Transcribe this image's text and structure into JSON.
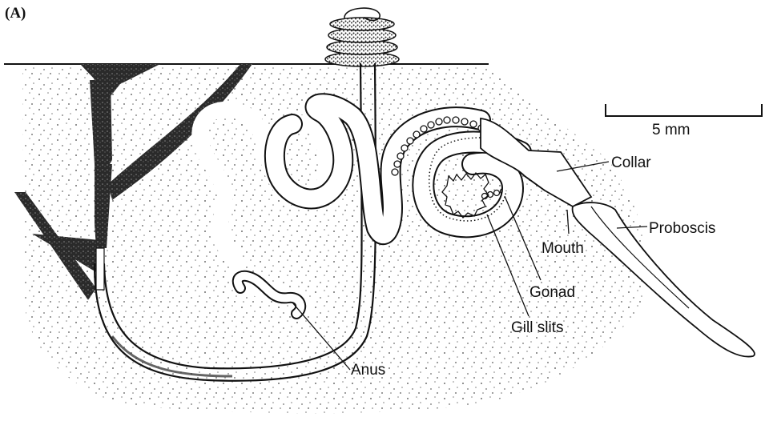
{
  "figure": {
    "panel_label": "(A)",
    "scale_bar_label": "5 mm",
    "labels": {
      "collar": "Collar",
      "proboscis": "Proboscis",
      "mouth": "Mouth",
      "gonad": "Gonad",
      "gill_slits": "Gill slits",
      "anus": "Anus"
    },
    "colors": {
      "ink": "#111111",
      "background": "#ffffff",
      "sediment_dots": "#555555"
    }
  }
}
